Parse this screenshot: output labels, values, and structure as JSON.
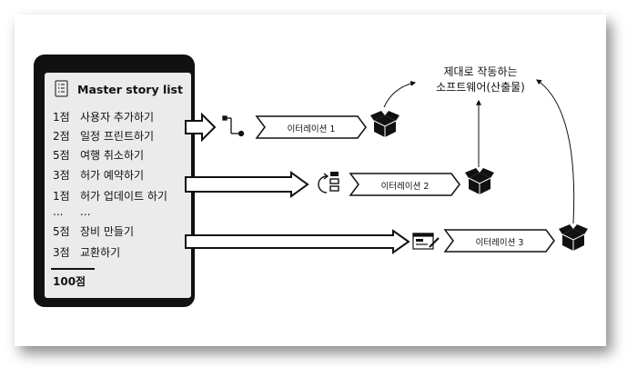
{
  "backlog": {
    "title": "Master story list",
    "icon": "checklist-icon",
    "items": [
      {
        "points": "1점",
        "story": "사용자 추가하기"
      },
      {
        "points": "2점",
        "story": "일정 프린트하기"
      },
      {
        "points": "5점",
        "story": "여행 취소하기"
      },
      {
        "points": "3점",
        "story": "허가 예약하기"
      },
      {
        "points": "1점",
        "story": "허가 업데이트 하기"
      },
      {
        "points": "...",
        "story": "..."
      },
      {
        "points": "5점",
        "story": "장비 만들기"
      },
      {
        "points": "3점",
        "story": "교환하기"
      }
    ],
    "total": "100점"
  },
  "iterations": [
    {
      "label": "이터레이션 1",
      "icon": "workflow-icon",
      "output_icon": "box-icon"
    },
    {
      "label": "이터레이션 2",
      "icon": "refresh-list-icon",
      "output_icon": "box-icon"
    },
    {
      "label": "이터레이션 3",
      "icon": "form-edit-icon",
      "output_icon": "box-icon"
    }
  ],
  "result": {
    "line1": "제대로 작동하는",
    "line2": "소프트웨어(산출물)"
  },
  "colors": {
    "panel": "#111111",
    "panel_inner": "#ebebeb",
    "stroke": "#111111"
  }
}
